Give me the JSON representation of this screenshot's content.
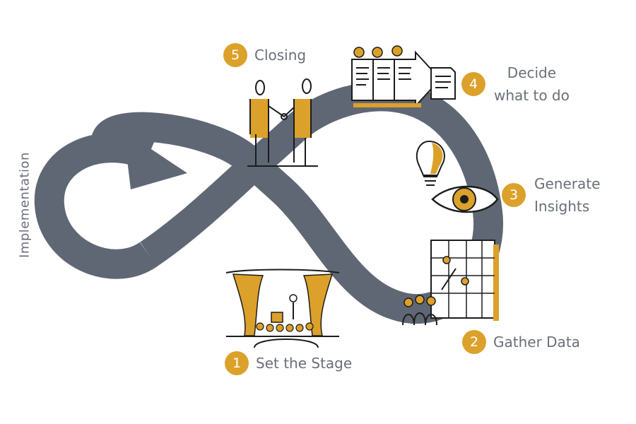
{
  "diagram": {
    "side_label": "Implementation",
    "steps": [
      {
        "number": "1",
        "label": "Set the Stage"
      },
      {
        "number": "2",
        "label": "Gather Data"
      },
      {
        "number": "3",
        "label_line1": "Generate",
        "label_line2": "Insights"
      },
      {
        "number": "4",
        "label_line1": "Decide",
        "label_line2": "what to do"
      },
      {
        "number": "5",
        "label": "Closing"
      }
    ],
    "colors": {
      "loop": "#606774",
      "accent": "#dca12b",
      "ink": "#1c1c1c",
      "text": "#6a6f78"
    },
    "icons": [
      "handshake-illustration",
      "scoreboard-document-icon",
      "lightbulb-icon",
      "eye-icon",
      "chart-board-illustration",
      "theater-stage-illustration"
    ]
  }
}
